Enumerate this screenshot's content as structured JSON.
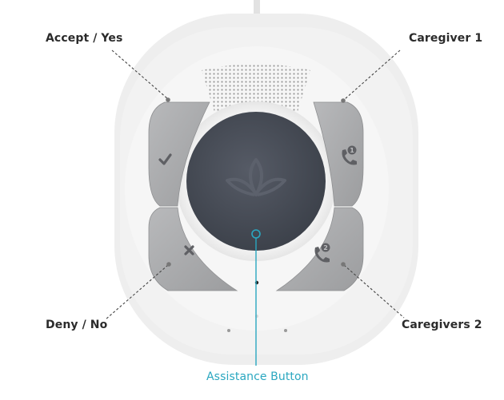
{
  "labels": {
    "accept": "Accept / Yes",
    "caregiver1": "Caregiver 1",
    "deny": "Deny / No",
    "caregivers2": "Caregivers 2",
    "assistance": "Assistance Button"
  },
  "icons": {
    "accept": "check-icon",
    "deny": "x-icon",
    "caregiver1": "phone-1-icon",
    "caregiver2": "phone-2-icon",
    "logo": "lotus-leaf-logo-icon",
    "speaker": "speaker-grille-icon"
  },
  "badges": {
    "caregiver1": "1",
    "caregiver2": "2"
  },
  "colors": {
    "background": "#ffffff",
    "body_outer": "#ebebeb",
    "body_inner": "#f4f4f4",
    "side_button": "#a9aaac",
    "center_button": "#464b55",
    "glow_ring": "#ffffff",
    "accent_teal": "#2aa7c0",
    "label_text": "#2b2b2b",
    "leader_line": "#444444"
  }
}
